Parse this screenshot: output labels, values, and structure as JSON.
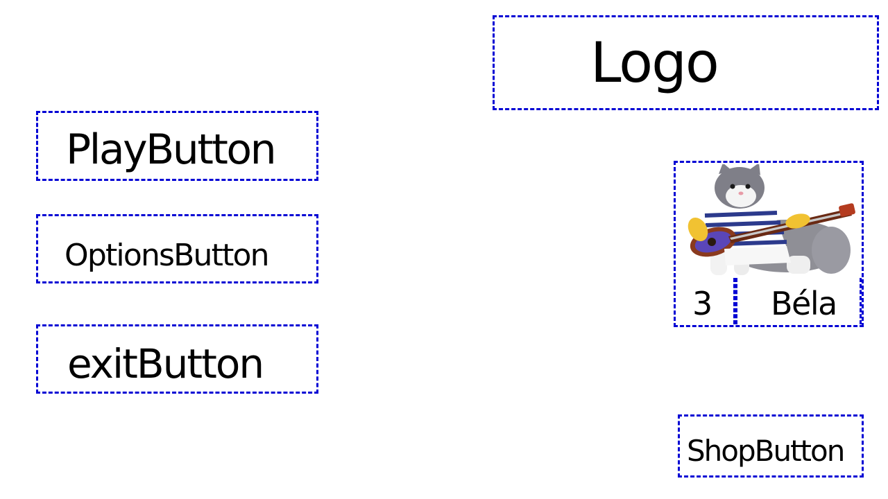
{
  "logo": {
    "label": "Logo"
  },
  "menu": {
    "play_label": "PlayButton",
    "options_label": "OptionsButton",
    "exit_label": "exitButton"
  },
  "character": {
    "level": "3",
    "name": "Béla",
    "image": "cat-playing-guitar"
  },
  "shop": {
    "label": "ShopButton"
  },
  "colors": {
    "outline": "#0000d4",
    "background": "#ffffff",
    "text": "#000000"
  }
}
